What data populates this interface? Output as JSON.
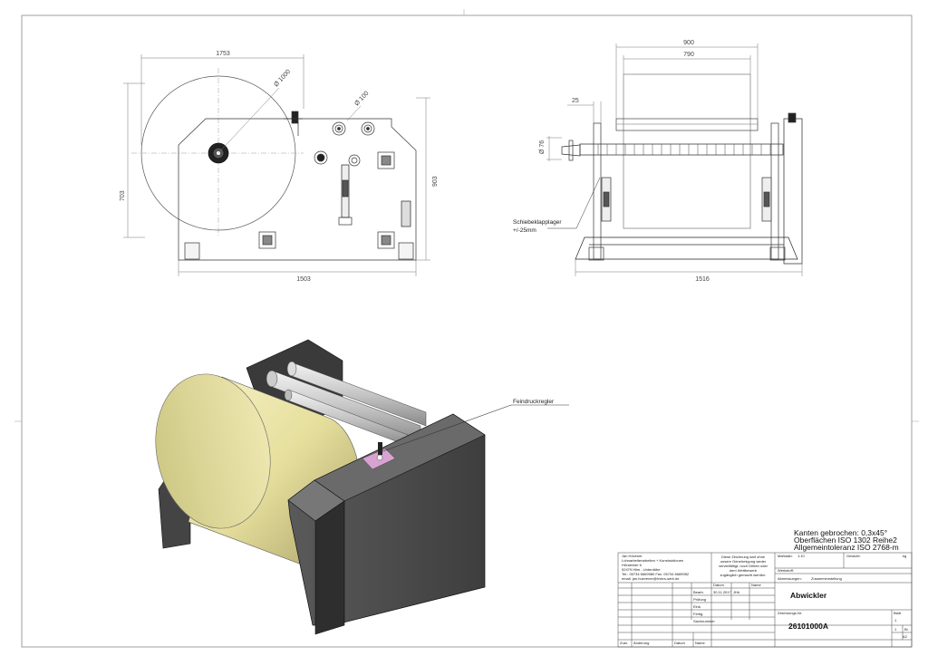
{
  "drawing": {
    "front_view": {
      "dim_width": "1753",
      "dim_diameter_roll": "Ø 1000",
      "dim_diameter_shaft": "Ø 100",
      "dim_height_roll": "703",
      "dim_height_total": "903",
      "dim_base": "1503"
    },
    "side_view": {
      "dim_outer": "900",
      "dim_inner": "790",
      "dim_offset": "25",
      "dim_diameter": "Ø 76",
      "dim_base": "1516",
      "note_line1": "Schiebeklapplager",
      "note_line2": "+/-25mm"
    },
    "iso_view": {
      "callout": "Feindruckregler"
    }
  },
  "title_block": {
    "notes": [
      "Kanten gebrochen: 0,3x45°",
      "Oberflächen ISO 1302 Reihe2",
      "Allgemeintoleranz ISO 2768-m"
    ],
    "company": [
      "Jan Hövener",
      "Lohnarbeiterarbeiten + Konstruktionen",
      "Hörsteiner 6",
      "52479 Hilm - Unterdübe",
      "Tel.: 05734 6669980  Fax: 05734 6669982",
      "email: jan.huevener@hvbrs-serb.de"
    ],
    "copyright": [
      "Diese Zeichnung darf ohne",
      "unsere Genehmigung weder",
      "vervielfältigt, noch Dritten oder",
      "dem Wettbewerb",
      "zugänglich gemacht werden."
    ],
    "col_datum": "Datum",
    "col_name": "Name",
    "bearb_label": "Bearb.",
    "bearb_date": "30.11.2017",
    "bearb_name": "JHü",
    "pruefung_label": "Prüfung",
    "eink_label": "Eink.",
    "fertig_label": "Fertig.",
    "sachnummer_label": "Sachnummer",
    "massstab_label": "Maßstab:",
    "massstab_value": "1:10",
    "gewicht_label": "Gewicht:",
    "gewicht_unit": "kg",
    "werkstoff_label": "Werkstoff:",
    "abmessungen_label": "Abmessungen:",
    "abmessungen_value": "Zusammenstellung",
    "title": "Abwickler",
    "zeichnungsnr_label": "Zeichnungs-Nr.",
    "zeichnungsnr_value": "26101000A",
    "blatt_label": "Blatt",
    "blatt_value": "1",
    "bl_count": "1",
    "bl_label": "Bl.",
    "format": "A2",
    "zust_label": "Zust.",
    "aenderung_label": "Änderung",
    "footer_datum": "Datum",
    "footer_name": "Name"
  }
}
